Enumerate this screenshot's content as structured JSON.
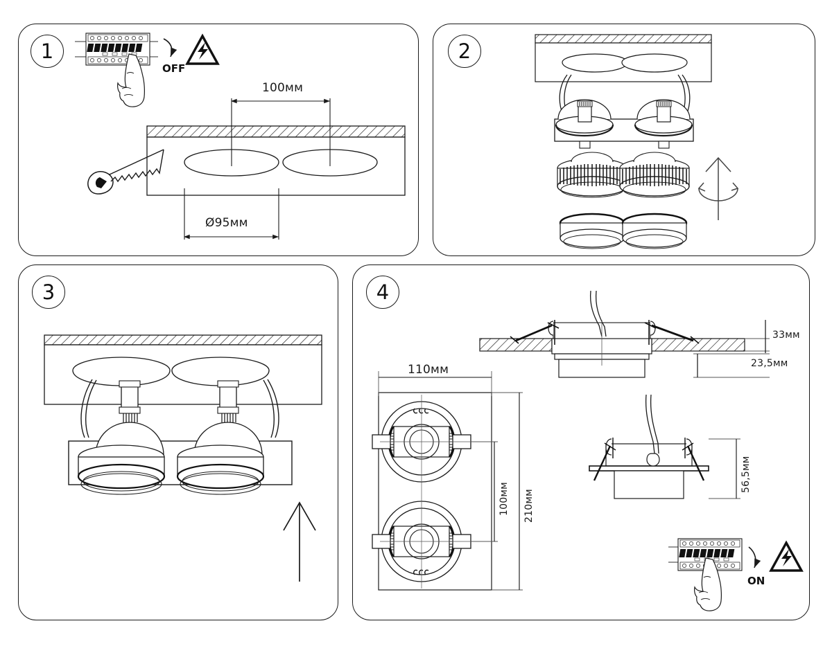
{
  "document": {
    "title": "Recessed Double Spotlight Installation Guide",
    "language": "ru",
    "units": "mm"
  },
  "colors": {
    "line": "#1a1a1a",
    "background": "#ffffff",
    "hatch": "#1a1a1a",
    "fill_dark": "#111111"
  },
  "panels": [
    {
      "id": "panel-1",
      "number": "1",
      "name": "power-off-and-cut-holes",
      "icons": [
        "circuit-breaker-icon",
        "hand-pointing-icon",
        "high-voltage-warning-icon",
        "keyhole-saw-icon",
        "ceiling-section-icon"
      ],
      "labels": {
        "switch_state": "OFF",
        "spacing": "100мм",
        "hole_diameter": "Ø95мм"
      }
    },
    {
      "id": "panel-2",
      "number": "2",
      "name": "insert-frame-and-twist-lamps",
      "icons": [
        "ceiling-section-icon",
        "spotlight-frame-icon",
        "gx53-lamp-module-icon",
        "lamp-ring-icon",
        "push-and-rotate-arrow-icon"
      ],
      "labels": {}
    },
    {
      "id": "panel-3",
      "number": "3",
      "name": "push-assembly-into-ceiling",
      "icons": [
        "ceiling-section-icon",
        "spring-clip-icon",
        "spotlight-frame-icon",
        "up-arrow-icon"
      ],
      "labels": {}
    },
    {
      "id": "panel-4",
      "number": "4",
      "name": "dimensions-and-power-on",
      "icons": [
        "fixture-cross-section-icon",
        "fixture-plan-view-icon",
        "spring-clip-icon",
        "circuit-breaker-icon",
        "hand-pointing-icon",
        "high-voltage-warning-icon"
      ],
      "labels": {
        "ceiling_cutout_depth": "33мм",
        "recess_depth": "23,5мм",
        "body_width": "110мм",
        "hole_center_spacing": "100мм",
        "body_length": "210мм",
        "total_height": "56,5мм",
        "switch_state": "ON"
      }
    }
  ],
  "dimensions": {
    "hole_spacing": "100мм",
    "hole_diameter": "Ø95мм",
    "ceiling_thickness": "33мм",
    "recess_depth": "23,5мм",
    "fixture_width": "110мм",
    "fixture_length": "210мм",
    "fixture_hole_spacing": "100мм",
    "fixture_height": "56,5мм"
  },
  "switch_labels": {
    "off": "OFF",
    "on": "ON"
  }
}
